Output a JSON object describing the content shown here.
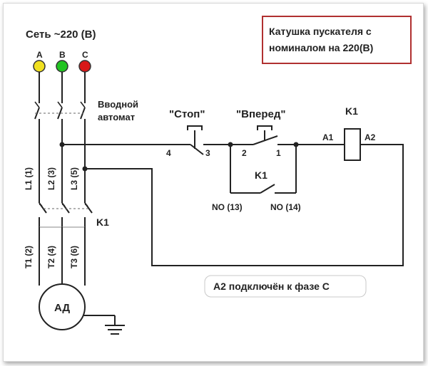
{
  "network": {
    "title": "Сеть ~220 (В)"
  },
  "phases": [
    {
      "label": "A",
      "color": "#f0e020"
    },
    {
      "label": "B",
      "color": "#22c422"
    },
    {
      "label": "C",
      "color": "#d81818"
    }
  ],
  "breaker": {
    "line1": "Вводной",
    "line2": "автомат"
  },
  "line_labels": [
    "L1 (1)",
    "L2 (3)",
    "L3 (5)"
  ],
  "terminal_labels": [
    "T1 (2)",
    "T2 (4)",
    "T3 (6)"
  ],
  "contactor": {
    "label": "K1"
  },
  "motor": {
    "label": "АД"
  },
  "stop_button": {
    "title": "\"Стоп\"",
    "pin_left": "4",
    "pin_right": "3",
    "title_color": "#c0392b"
  },
  "forward_button": {
    "title": "\"Вперед\"",
    "pin_left": "2",
    "pin_right": "1"
  },
  "aux_contact": {
    "label": "K1",
    "no_left": "NO (13)",
    "no_right": "NO (14)"
  },
  "coil": {
    "label": "K1",
    "a1": "A1",
    "a2": "A2"
  },
  "note_box": {
    "line1": "Катушка пускателя с",
    "line2": "номиналом на 220(В)",
    "border_color": "#b03030"
  },
  "note_a2": {
    "text": "A2 подключён к фазе C"
  }
}
